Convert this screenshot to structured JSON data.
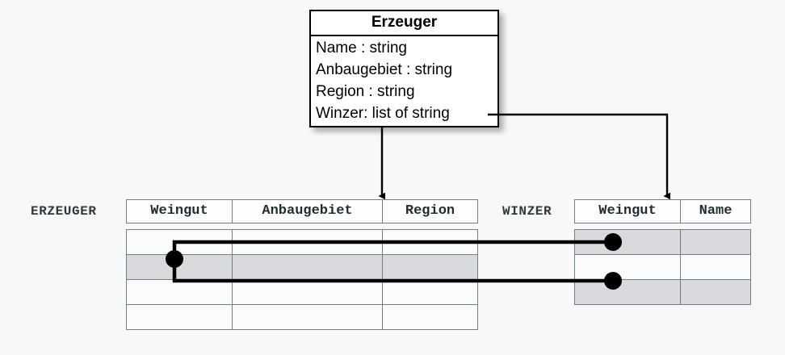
{
  "diagram": {
    "title": "Erzeuger",
    "uml_class": {
      "name": "Erzeuger",
      "attributes": [
        "Name : string",
        "Anbaugebiet : string",
        "Region : string",
        "Winzer: list of string"
      ]
    },
    "tables": [
      {
        "name": "ERZEUGER",
        "columns": [
          "Weingut",
          "Anbaugebiet",
          "Region"
        ],
        "rows": [
          {
            "cells": [
              "",
              "",
              ""
            ],
            "highlighted": false
          },
          {
            "cells": [
              "",
              "",
              ""
            ],
            "highlighted": true
          },
          {
            "cells": [
              "",
              "",
              ""
            ],
            "highlighted": false
          },
          {
            "cells": [
              "",
              "",
              ""
            ],
            "highlighted": false
          }
        ]
      },
      {
        "name": "WINZER",
        "columns": [
          "Weingut",
          "Name"
        ],
        "rows": [
          {
            "cells": [
              "",
              ""
            ],
            "highlighted": true
          },
          {
            "cells": [
              "",
              ""
            ],
            "highlighted": false
          },
          {
            "cells": [
              "",
              ""
            ],
            "highlighted": true
          }
        ]
      }
    ],
    "colors": {
      "background": "#f8f8f8",
      "row_highlight": "#d9dade",
      "table_border": "#6e8087",
      "connector": "#000000",
      "uml_border": "#000000"
    },
    "connectors": {
      "mapping_arrow_left": "Erzeuger attributes to ERZEUGER table",
      "mapping_arrow_right": "Winzer list attribute to WINZER table",
      "link_count": 2
    }
  }
}
